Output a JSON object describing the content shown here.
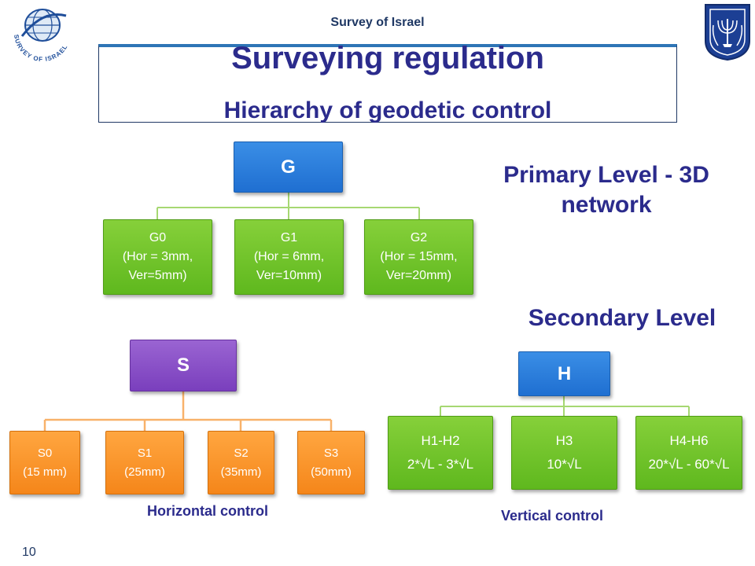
{
  "header": {
    "org_name": "Survey of Israel",
    "logo_text": "SURVEY OF ISRAEL"
  },
  "title": "Surveying regulation",
  "subtitle": "Hierarchy of geodetic control",
  "primary": {
    "heading": "Primary Level - 3D network",
    "root": "G",
    "children": [
      {
        "label": "G0",
        "detail": "(Hor = 3mm, Ver=5mm)"
      },
      {
        "label": "G1",
        "detail": "(Hor = 6mm, Ver=10mm)"
      },
      {
        "label": "G2",
        "detail": "(Hor = 15mm, Ver=20mm)"
      }
    ]
  },
  "secondary": {
    "heading": "Secondary Level"
  },
  "horizontal": {
    "root": "S",
    "caption": "Horizontal control",
    "children": [
      {
        "label": "S0",
        "detail": "(15 mm)"
      },
      {
        "label": "S1",
        "detail": "(25mm)"
      },
      {
        "label": "S2",
        "detail": "(35mm)"
      },
      {
        "label": "S3",
        "detail": "(50mm)"
      }
    ]
  },
  "vertical": {
    "root": "H",
    "caption": "Vertical control",
    "children": [
      {
        "label": "H1-H2",
        "detail": "2*√L - 3*√L"
      },
      {
        "label": "H3",
        "detail": "10*√L"
      },
      {
        "label": "H4-H6",
        "detail": "20*√L - 60*√L"
      }
    ]
  },
  "page_number": "10",
  "colors": {
    "title": "#2b2b8c",
    "g_root": "#1f6fd1",
    "g_children": "#5fb81e",
    "s_root": "#7a3fbd",
    "s_children": "#f5861a",
    "h_root": "#1f6fd1",
    "h_children": "#5fb81e"
  },
  "icons": [
    "survey-of-israel-logo",
    "state-emblem-icon"
  ]
}
